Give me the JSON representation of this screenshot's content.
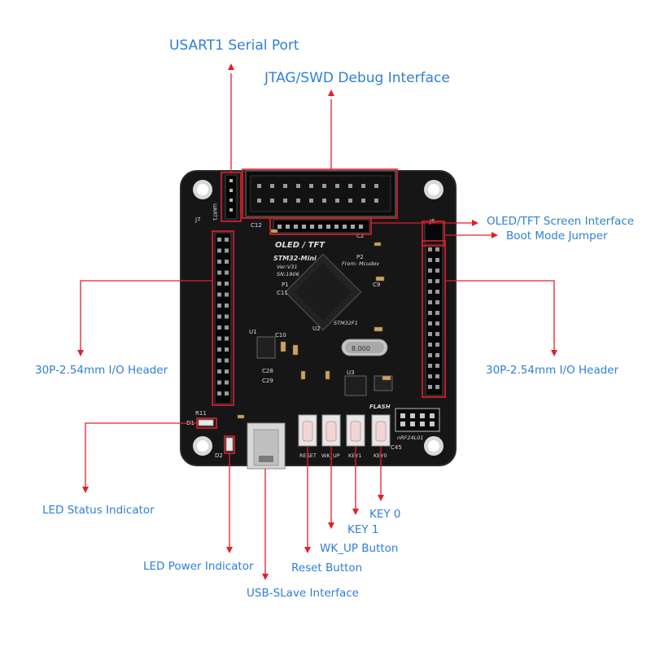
{
  "colors": {
    "label": "#2f7fd6",
    "callout": "#e0202a",
    "board": "#161616",
    "silkscreen": "#dcdcdc"
  },
  "callouts": {
    "usart1": "USART1 Serial Port",
    "jtag": "JTAG/SWD Debug Interface",
    "oled": "OLED/TFT Screen Interface",
    "boot": "Boot Mode Jumper",
    "io_left": "30P-2.54mm I/O Header",
    "io_right": "30P-2.54mm I/O Header",
    "led_status": "LED Status Indicator",
    "led_power": "LED Power Indicator",
    "usb": "USB-SLave Interface",
    "reset": "Reset Button",
    "wkup": "WK_UP Button",
    "key1": "KEY 1",
    "key0": "KEY 0"
  },
  "silkscreen": {
    "board_name": "STM32-Mini",
    "version": "Ver:V31",
    "serial": "SN:1906",
    "oled_tft": "OLED / TFT",
    "from": "From: Mcudev",
    "chip": "STM32F1",
    "crystal": "8.000",
    "flash": "FLASH",
    "nrf": "nRF24L01",
    "uart": "UART1",
    "j7": "J7",
    "j6": "J6",
    "btn_reset": "RESET",
    "btn_wkup": "WK_UP",
    "btn_key1": "KEY1",
    "btn_key0": "KEY0",
    "c12": "C12",
    "c2": "C2",
    "p1": "P1",
    "p2": "P2",
    "c9": "C9",
    "c10": "C10",
    "c11": "C11",
    "u1": "U1",
    "u2": "U2",
    "u3": "U3",
    "c28": "C28",
    "c29": "C29",
    "r11": "R11",
    "d1": "D1",
    "d2": "D2",
    "c45": "C45"
  }
}
